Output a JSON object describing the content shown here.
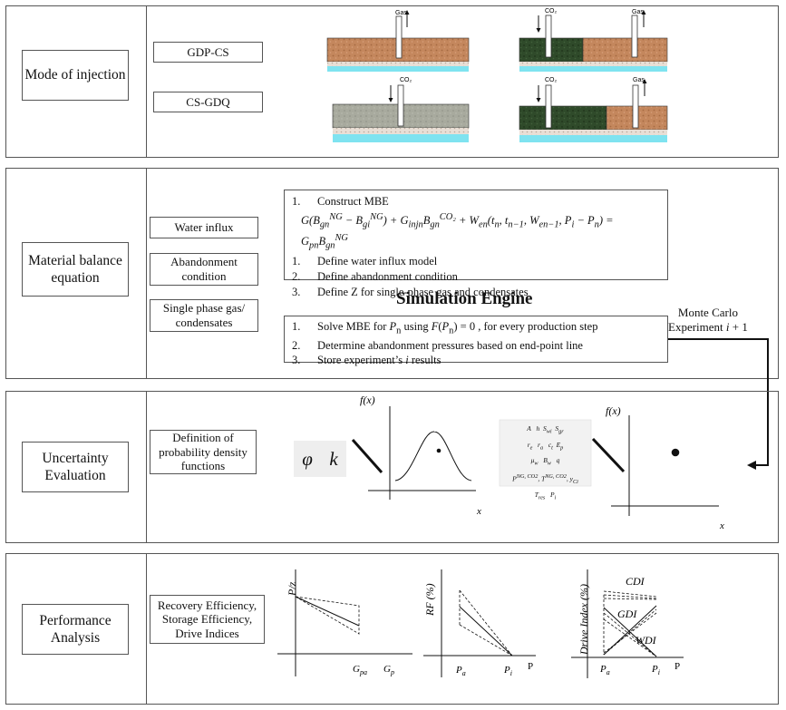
{
  "mode_of_injection": {
    "label": "Mode of injection",
    "options": [
      "GDP-CS",
      "CS-GDQ"
    ],
    "well_labels": {
      "gas": "Gas",
      "co2": "CO₂"
    }
  },
  "material_balance": {
    "label": "Material balance equation",
    "inputs": [
      "Water influx",
      "Abandonment condition",
      "Single phase gas/ condensates"
    ],
    "construct_steps": {
      "step1": "Construct MBE",
      "equation": "G(B_gn^NG − B_gi^NG) + G_injn B_gn^CO₂ + W_en(t_n, t_n−1, W_en−1, P_i − P_n) = G_pn B_gn^NG",
      "steps": [
        "Define water influx model",
        "Define abandonment condition",
        "Define Z for single-phase gas and condensates"
      ],
      "numbers": [
        "1.",
        "1.",
        "2.",
        "3."
      ]
    },
    "engine_title": "Simulation Engine",
    "engine_steps": [
      "Solve MBE for P_n using F(P_n) = 0 , for every production step",
      "Determine abandonment pressures based on end-point line",
      "Store experiment’s i results"
    ],
    "engine_numbers": [
      "1.",
      "2.",
      "3."
    ],
    "monte_carlo": {
      "line1": "Monte Carlo",
      "line2": "Experiment i + 1"
    }
  },
  "uncertainty": {
    "label": "Uncertainty Evaluation",
    "input": "Definition of probability density functions",
    "variables": [
      "φ",
      "k"
    ],
    "parameter_grid": [
      [
        "A",
        "h",
        "S_wi",
        "S_gr"
      ],
      [
        "r_e",
        "r_a",
        "c_t",
        "E_p"
      ],
      [
        "μ_w",
        "B_w",
        "q"
      ],
      [
        "P^NG,CO2",
        "T^NG,CO2",
        "y_Ci"
      ],
      [
        "T_res",
        "P_i"
      ]
    ],
    "fx_label": "f(x)",
    "x_label": "x"
  },
  "performance": {
    "label": "Performance Analysis",
    "input": "Recovery Efficiency, Storage Efficiency, Drive Indices",
    "chart1": {
      "ylabel": "P/z",
      "xticks": [
        "G_pa",
        "G_p"
      ]
    },
    "chart2": {
      "ylabel": "RF (%)",
      "xticks": [
        "P_a",
        "P_i",
        "P"
      ]
    },
    "chart3": {
      "ylabel": "Drive Index (%)",
      "xticks": [
        "P_a",
        "P_i",
        "P"
      ],
      "series": [
        "CDI",
        "GDI",
        "WDI"
      ]
    }
  }
}
